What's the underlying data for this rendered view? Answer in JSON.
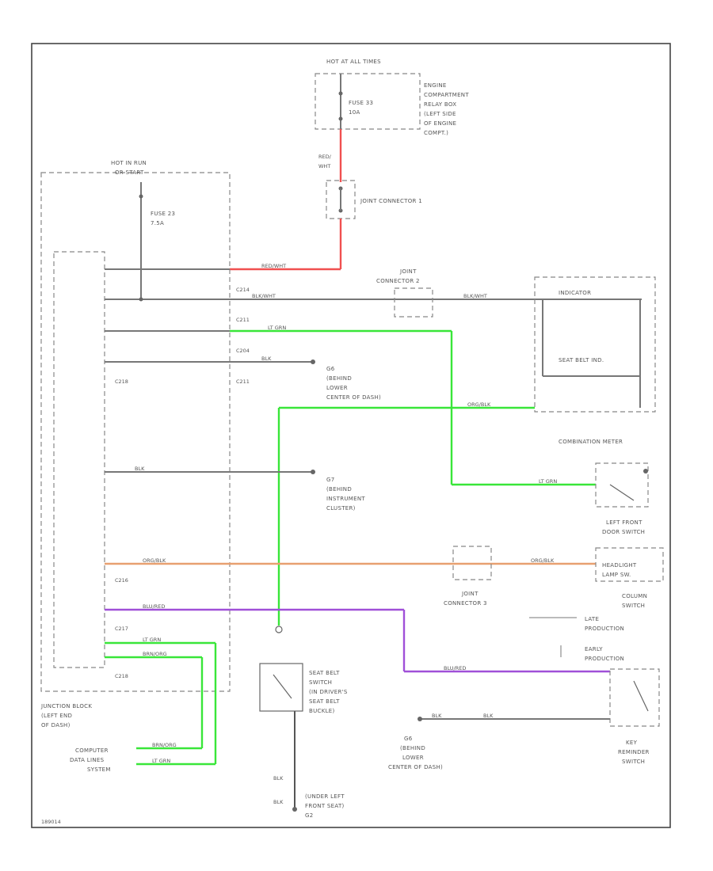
{
  "diagram": {
    "hot_at_all_times": "HOT AT ALL TIMES",
    "engine_relay_box": [
      "ENGINE",
      "COMPARTMENT",
      "RELAY BOX",
      "(LEFT SIDE",
      "OF ENGINE",
      "COMPT.)"
    ],
    "fuse_top": [
      "FUSE 33",
      "10A"
    ],
    "hot_in_run": [
      "HOT IN RUN",
      "OR START"
    ],
    "fuse_left": [
      "FUSE 23",
      "7.5A"
    ],
    "red_wht": [
      "RED/",
      "WHT"
    ],
    "joint_connector_1": "JOINT CONNECTOR 1",
    "joint_connector_2": [
      "JOINT",
      "CONNECTOR 2"
    ],
    "joint_connector_3": [
      "JOINT",
      "CONNECTOR 3"
    ],
    "connectors": [
      "C214",
      "C211",
      "C204",
      "C211",
      "C218",
      "C216",
      "C217",
      "C218"
    ],
    "wire_labels": {
      "red_wht_h": "RED/WHT",
      "blk_wht": "BLK/WHT",
      "blk_wht_2": "BLK/WHT",
      "lt_grn": "LT GRN",
      "blk": "BLK",
      "org_blk": "ORG/BLK",
      "blk_2": "BLK",
      "org_blk_2": "ORG/BLK",
      "org_blk_3": "ORG/BLK",
      "blu_red": "BLU/RED",
      "blu_red_2": "BLU/RED",
      "lt_grn_2": "LT GRN",
      "brn_org": "BRN/ORG",
      "lt_grn_3": "LT GRN",
      "brn_org_2": "BRN/ORG",
      "lt_grn_4": "LT GRN",
      "blk_3": "BLK",
      "blk_4": "BLK",
      "blk_5": "BLK",
      "blk_6": "BLK"
    },
    "ground_g6": [
      "G6",
      "(BEHIND",
      "LOWER",
      "CENTER OF DASH)"
    ],
    "ground_g7": [
      "G7",
      "(BEHIND",
      "INSTRUMENT",
      "CLUSTER)"
    ],
    "ground_g6b": [
      "G6",
      "(BEHIND",
      "LOWER",
      "CENTER OF DASH)"
    ],
    "ground_g2": [
      "(UNDER LEFT",
      "FRONT SEAT)",
      "G2"
    ],
    "indicator": "INDICATOR",
    "seat_belt_ind": "SEAT BELT IND.",
    "combination_meter": "COMBINATION METER",
    "left_front_door_switch": [
      "LEFT FRONT",
      "DOOR SWITCH"
    ],
    "headlight_lamp": [
      "HEADLIGHT",
      "LAMP SW."
    ],
    "column_switch": [
      "COLUMN",
      "SWITCH"
    ],
    "late_production": [
      "LATE",
      "PRODUCTION"
    ],
    "early_production": [
      "EARLY",
      "PRODUCTION"
    ],
    "seat_belt_switch": [
      "SEAT BELT",
      "SWITCH",
      "(IN DRIVER'S",
      "SEAT BELT",
      "BUCKLE)"
    ],
    "key_reminder": [
      "KEY",
      "REMINDER",
      "SWITCH"
    ],
    "junction_block": [
      "JUNCTION BLOCK",
      "(LEFT END",
      "OF DASH)"
    ],
    "computer_data_lines": [
      "COMPUTER",
      "DATA LINES",
      "SYSTEM"
    ],
    "figure_id": "189014"
  }
}
